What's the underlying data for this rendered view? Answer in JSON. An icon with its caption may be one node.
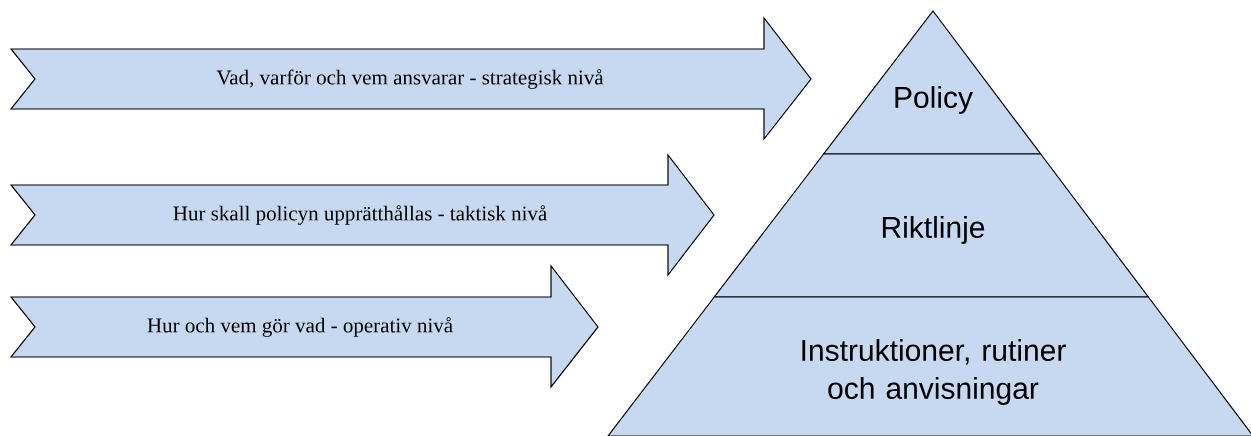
{
  "diagram": {
    "nodes": [
      {
        "text": [
          "Vad, varför och vem ansvarar - strategisk nivå"
        ]
      },
      {
        "text": [
          "Hur skall policyn upprätthållas -  taktisk nivå"
        ]
      },
      {
        "text": [
          "Hur och vem gör vad - operativ nivå"
        ]
      },
      {
        "text": [
          "Policy"
        ]
      },
      {
        "text": [
          "Riktlinje"
        ]
      },
      {
        "text": [
          "Instruktioner, rutiner och anvisningar"
        ]
      }
    ]
  }
}
